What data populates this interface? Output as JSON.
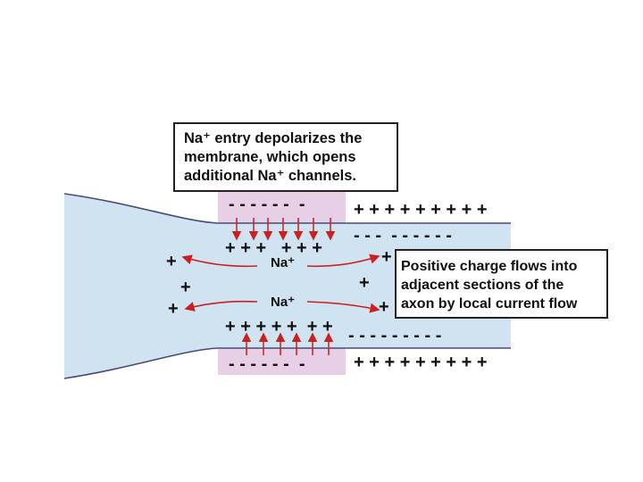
{
  "colors": {
    "axon_fill": "#cfe3f0",
    "axon_edge": "#4a4a78",
    "depolarized_zone": "#e7cfe6",
    "arrow": "#cc1f1f",
    "text": "#111111"
  },
  "callout_top": {
    "line1": "Na⁺ entry depolarizes the",
    "line2": "membrane, which opens",
    "line3": "additional Na⁺ channels."
  },
  "callout_right": {
    "line1": "Positive charge flows into",
    "line2": "adjacent sections of the",
    "line3": "axon by local current flow"
  },
  "labels": {
    "na_upper": "Na⁺",
    "na_lower": "Na⁺"
  },
  "signs": {
    "zone_outside_top": "- - - - - -  -",
    "zone_inside_top": "+ + +   + + +",
    "zone_inside_bottom": "+ + + + +  + +",
    "zone_outside_bottom": "- - - - - -  -",
    "right_outside_top": "+ + + + + + + + +",
    "right_inside_top": "- - -  - - - - - -",
    "right_inside_bottom": "- - - - - - - - -",
    "right_outside_bottom": "+ + + + + + + + +",
    "left_plus_1": "+",
    "left_plus_2": "+",
    "left_plus_3": "+",
    "right_plus_1": "+",
    "right_plus_2": "+",
    "right_plus_3": "+"
  }
}
